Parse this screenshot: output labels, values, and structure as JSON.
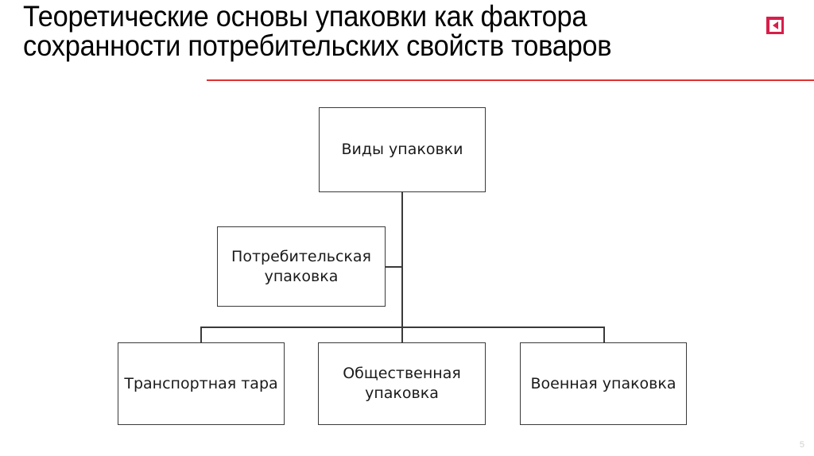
{
  "slide": {
    "title": "Теоретические основы упаковки как фактора сохранности потребительских свойств товаров",
    "page_number": "5",
    "accent_color": "#e03030",
    "icon_color": "#d81e4a"
  },
  "nav": {
    "back_icon": "back-triangle-icon"
  },
  "diagram": {
    "type": "org-chart",
    "root": {
      "id": "root",
      "label": "Виды упаковки"
    },
    "branch": {
      "id": "consumer",
      "label": "Потребительская упаковка"
    },
    "leaves": [
      {
        "id": "transport",
        "label": "Транспортная тара"
      },
      {
        "id": "public",
        "label": "Общественная упаковка"
      },
      {
        "id": "military",
        "label": "Военная упаковка"
      }
    ]
  }
}
